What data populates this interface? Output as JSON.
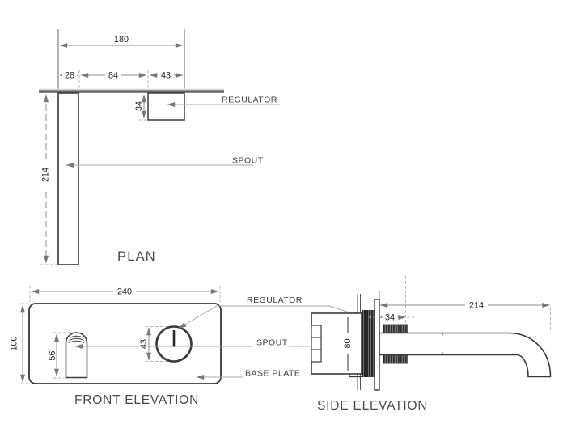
{
  "views": {
    "plan": {
      "caption": "PLAN",
      "labels": {
        "regulator": "REGULATOR",
        "spout": "SPOUT"
      },
      "dims": {
        "overall_width": "180",
        "spout_width": "28",
        "spacing": "84",
        "regulator_width": "43",
        "regulator_depth": "34",
        "spout_length": "214"
      }
    },
    "front_elevation": {
      "caption": "FRONT ELEVATION",
      "dims": {
        "plate_width": "240",
        "plate_height": "100",
        "spout_cover_height": "56",
        "regulator_diameter": "43"
      }
    },
    "side_elevation": {
      "caption": "SIDE ELEVATION",
      "dims": {
        "collar_depth": "34",
        "spout_reach": "214",
        "body_depth": "80"
      }
    },
    "callouts": {
      "regulator": "REGULATOR",
      "spout": "SPOUT",
      "base_plate": "BASE PLATE"
    }
  },
  "colors": {
    "object_line": "#3a3a3a",
    "dimension_line": "#8f8f8f",
    "extension_line": "#b5b5b5",
    "dimension_text": "#23232b",
    "label_text": "#3e3e42",
    "caption_text": "#4a4a52",
    "hatch_dark": "#262626",
    "background": "#ffffff"
  }
}
